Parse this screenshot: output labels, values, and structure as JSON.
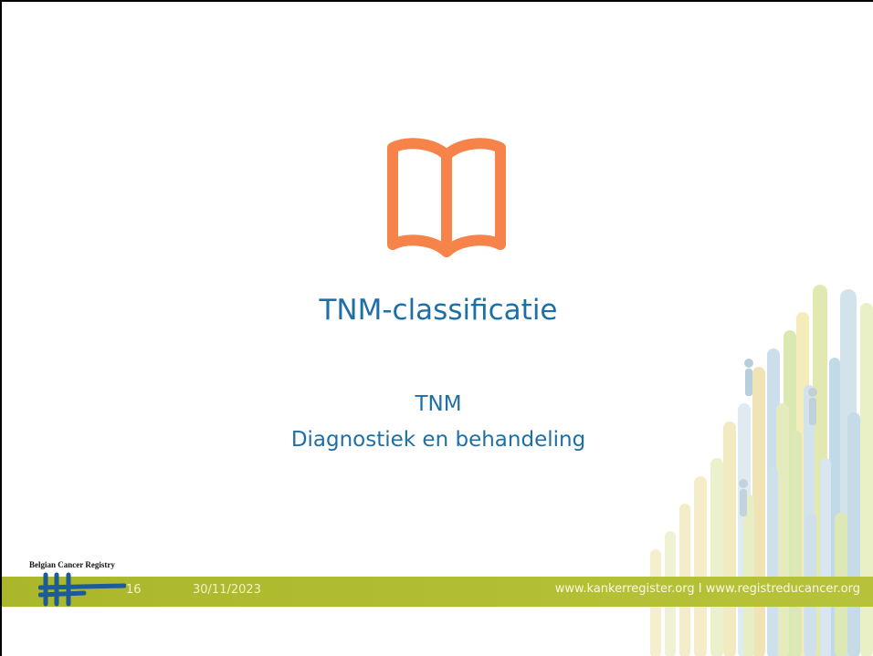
{
  "slide": {
    "title": "TNM-classificatie",
    "subtitle_line1": "TNM",
    "subtitle_line2": "Diagnostiek en behandeling",
    "icon": "open-book-icon"
  },
  "footer": {
    "registry_name": "Belgian Cancer Registry",
    "page_number": "16",
    "date": "30/11/2023",
    "websites": "www.kankerregister.org  I  www.registreducancer.org"
  },
  "colors": {
    "accent_orange": "#f5834a",
    "title_blue": "#1e6fa8",
    "footer_green": "#b3bf33",
    "logo_blue": "#1c5a9a"
  }
}
